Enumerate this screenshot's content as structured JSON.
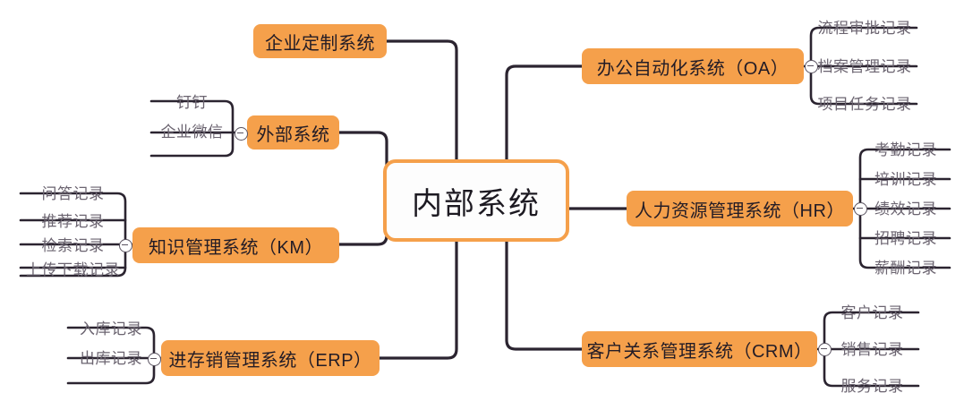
{
  "diagram": {
    "title": "内部系统",
    "type": "mindmap",
    "colors": {
      "node_fill": "#F5A04B",
      "central_border": "#F5A04B",
      "central_fill": "#FDFDFD",
      "connector": "#2B2430",
      "leaf_text": "#6B6470",
      "node_text": "#231C26",
      "background": "#FFFFFF"
    },
    "central": {
      "label": "内部系统"
    },
    "branches": [
      {
        "id": "enterprise-custom",
        "label": "企业定制系统",
        "side": "left",
        "collapse_icon": "none",
        "children": []
      },
      {
        "id": "external-system",
        "label": "外部系统",
        "side": "left",
        "collapse_icon": "minus-circle",
        "children": [
          "钉钉",
          "企业微信"
        ]
      },
      {
        "id": "knowledge-management",
        "label": "知识管理系统（KM）",
        "side": "left",
        "collapse_icon": "minus-circle",
        "children": [
          "问答记录",
          "推荐记录",
          "检索记录",
          "上传下载记录"
        ]
      },
      {
        "id": "erp",
        "label": "进存销管理系统（ERP）",
        "side": "left",
        "collapse_icon": "minus-circle",
        "children": [
          "入库记录",
          "出库记录"
        ]
      },
      {
        "id": "oa",
        "label": "办公自动化系统（OA）",
        "side": "right",
        "collapse_icon": "minus-circle",
        "children": [
          "流程审批记录",
          "档案管理记录",
          "项目任务记录"
        ]
      },
      {
        "id": "hr",
        "label": "人力资源管理系统（HR）",
        "side": "right",
        "collapse_icon": "minus-circle",
        "children": [
          "考勤记录",
          "培训记录",
          "绩效记录",
          "招聘记录",
          "薪酬记录"
        ]
      },
      {
        "id": "crm",
        "label": "客户关系管理系统（CRM）",
        "side": "right",
        "collapse_icon": "minus-circle",
        "children": [
          "客户记录",
          "销售记录",
          "服务记录"
        ]
      }
    ]
  }
}
